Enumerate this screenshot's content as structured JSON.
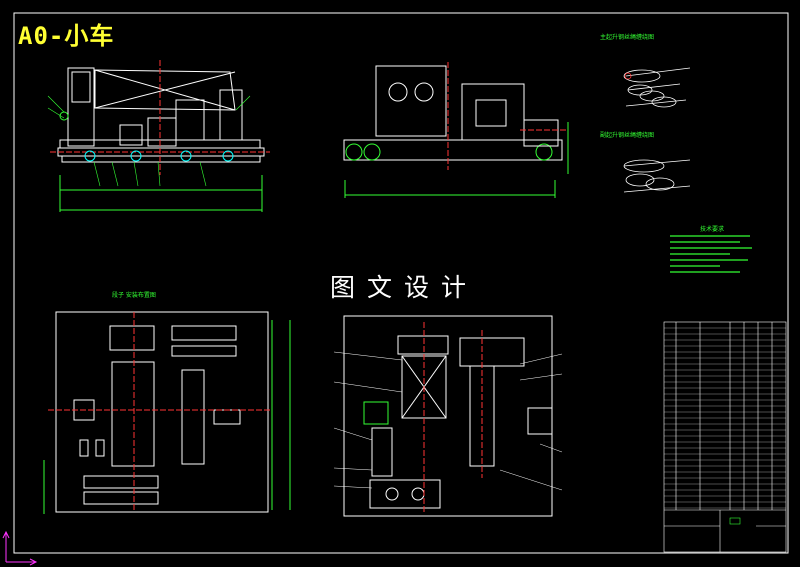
{
  "drawing": {
    "title": "A0-小车",
    "watermark": "图文设计",
    "notes": {
      "top_right_1": "主起升钢丝绳缠绕图",
      "top_right_2": "副起升钢丝绳缠绕图",
      "tech_req": "技术要求",
      "bottom_left": "段子 安装布置图"
    }
  },
  "colors": {
    "background": "#000000",
    "lines": "#ffffff",
    "dimension": "#33ff33",
    "centerline": "#ff3333",
    "accent": "#ffff33",
    "leader": "#00ffff",
    "corner_axis": "#ff33ff"
  }
}
